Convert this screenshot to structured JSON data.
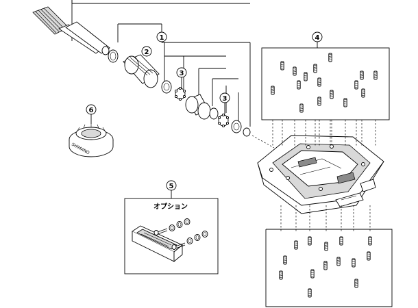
{
  "callouts": {
    "c1": "1",
    "c2": "2",
    "c3a": "3",
    "c3b": "3",
    "c4": "4",
    "c5": "5",
    "c6": "6"
  },
  "option_label": "オプション",
  "lockring_text": {
    "brand": "SHIMANO"
  }
}
